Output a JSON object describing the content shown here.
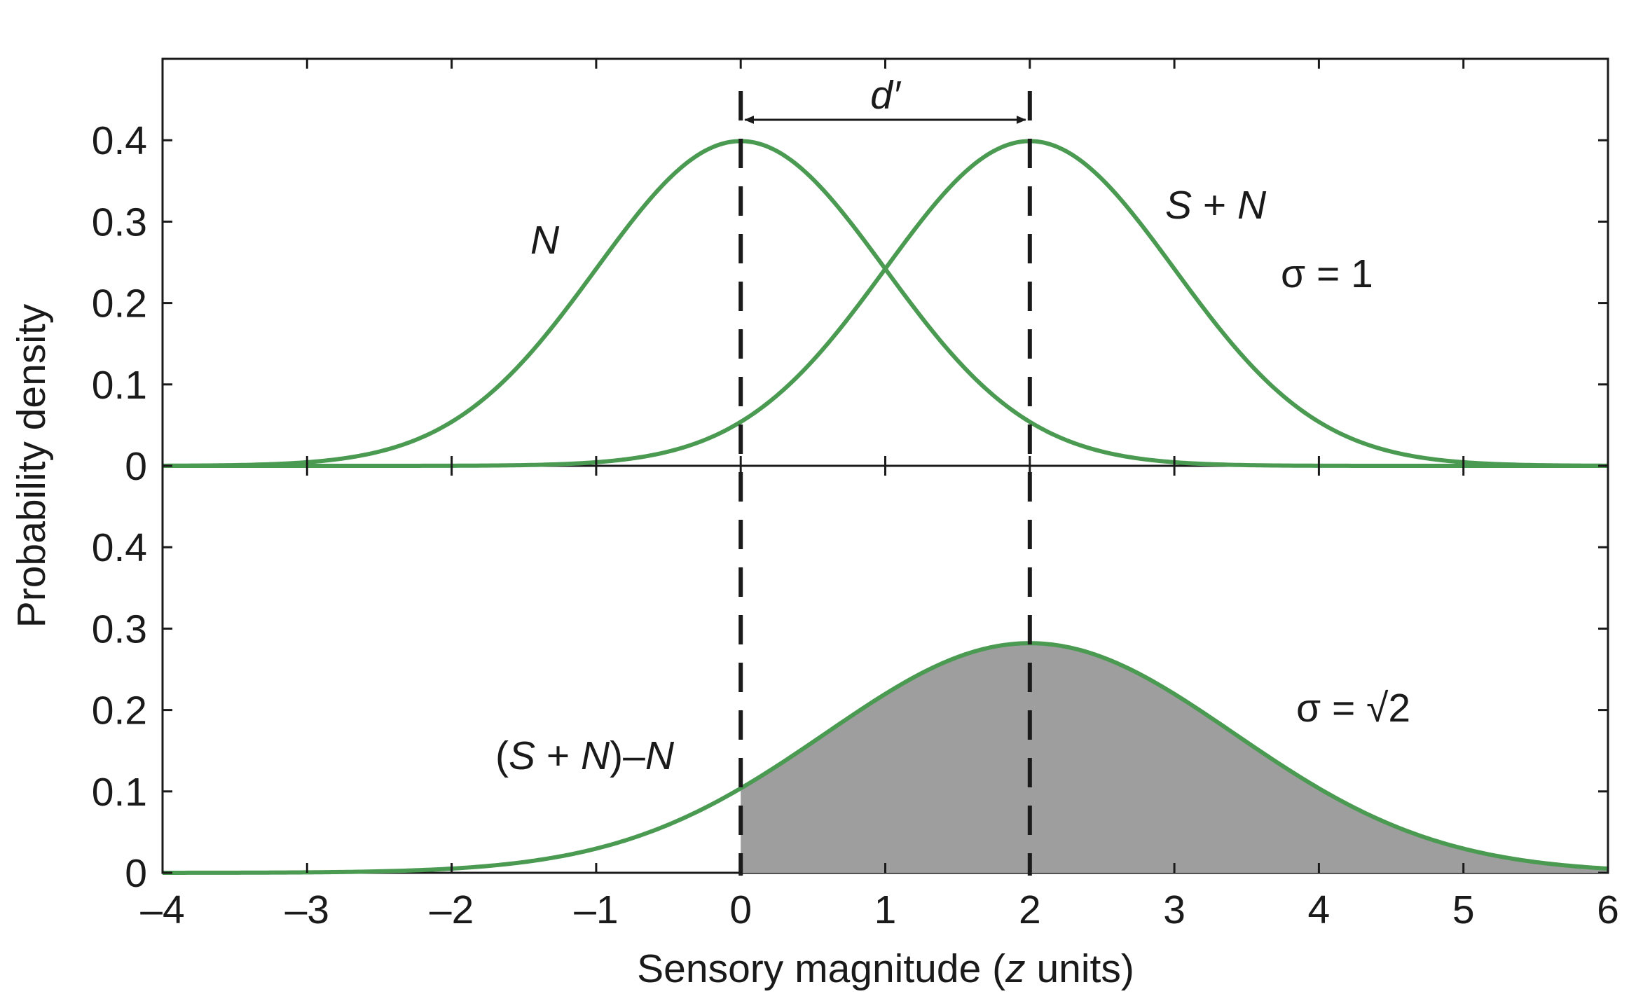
{
  "chart_data": [
    {
      "type": "line",
      "panel": "top",
      "xlim": [
        -4,
        6
      ],
      "ylim": [
        0,
        0.5
      ],
      "y_ticks": [
        "0",
        "0.1",
        "0.2",
        "0.3",
        "0.4"
      ],
      "y_tick_values": [
        0,
        0.1,
        0.2,
        0.3,
        0.4
      ],
      "series": [
        {
          "name": "N",
          "mean": 0,
          "sd": 1,
          "peak": 0.399
        },
        {
          "name": "S + N",
          "mean": 2,
          "sd": 1,
          "peak": 0.399
        }
      ],
      "annotations": {
        "sigma": "σ = 1",
        "separation_label": "d′",
        "separation_from": 0,
        "separation_to": 2
      },
      "reference_lines_x": [
        0,
        2
      ],
      "color": "#4a9a52"
    },
    {
      "type": "area",
      "panel": "bottom",
      "xlim": [
        -4,
        6
      ],
      "ylim": [
        0,
        0.5
      ],
      "y_ticks": [
        "0",
        "0.1",
        "0.2",
        "0.3",
        "0.4"
      ],
      "y_tick_values": [
        0,
        0.1,
        0.2,
        0.3,
        0.4
      ],
      "series": [
        {
          "name": "(S + N)–N",
          "mean": 2,
          "sd": 1.4142,
          "peak": 0.282,
          "shaded_from": 0
        }
      ],
      "annotations": {
        "sigma": "σ = √2"
      },
      "reference_lines_x": [
        0,
        2
      ],
      "color": "#4a9a52",
      "fill_color": "#9e9e9e"
    }
  ],
  "x_axis": {
    "label_pre": "Sensory magnitude (",
    "label_italic": "z",
    "label_post": " units)",
    "ticks": [
      "–4",
      "–3",
      "–2",
      "–1",
      "0",
      "1",
      "2",
      "3",
      "4",
      "5",
      "6"
    ],
    "tick_values": [
      -4,
      -3,
      -2,
      -1,
      0,
      1,
      2,
      3,
      4,
      5,
      6
    ]
  },
  "y_axis": {
    "label": "Probability density"
  },
  "labels": {
    "top_noise": "N",
    "top_signal_s": "S",
    "top_signal_plus": " + ",
    "top_signal_n": "N",
    "top_sigma": "σ = 1",
    "dprime": "d′",
    "bottom_open": "(",
    "bottom_s": "S",
    "bottom_plus": " + ",
    "bottom_n": "N",
    "bottom_close_minus": ")–",
    "bottom_n2": "N",
    "bottom_sigma": "σ = √2"
  }
}
